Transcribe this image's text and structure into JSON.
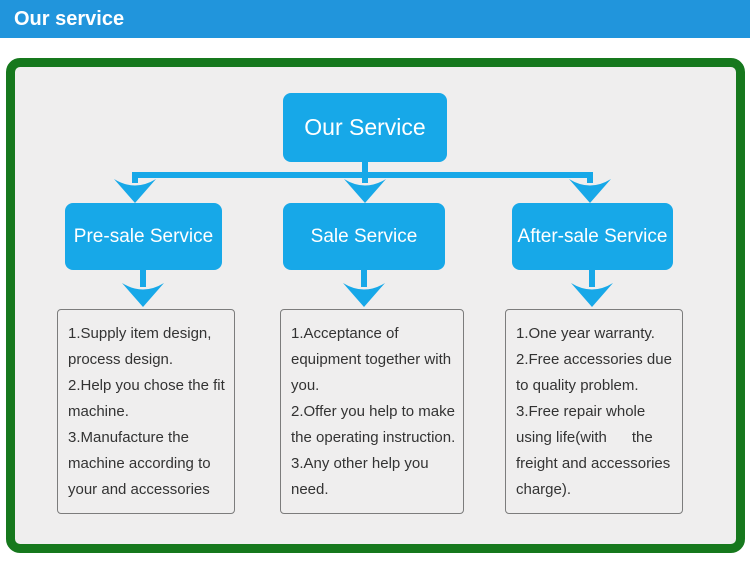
{
  "header": {
    "title": "Our service"
  },
  "diagram": {
    "root_label": "Our Service",
    "branches": [
      {
        "label": "Pre-sale Service",
        "lines": [
          "1.Supply item design,",
          "process design.",
          "2.Help you chose the fit",
          "machine.",
          "3.Manufacture the",
          "machine according to",
          "your and accessories"
        ]
      },
      {
        "label": "Sale Service",
        "lines": [
          "1.Acceptance of",
          "equipment together with",
          "you.",
          "2.Offer you help to make",
          "the operating instruction.",
          "3.Any other help you",
          "need."
        ]
      },
      {
        "label": "After-sale Service",
        "lines": [
          "1.One year warranty.",
          "2.Free accessories due",
          "to quality problem.",
          "3.Free repair whole",
          "using life(with      the",
          "freight and accessories",
          "charge)."
        ]
      }
    ]
  },
  "colors": {
    "header_blue": "#2195dc",
    "node_blue": "#17a8e8",
    "border_green": "#16781d",
    "panel_bg": "#efeeee",
    "detail_border": "#7c7c7c",
    "detail_text": "#333333"
  }
}
